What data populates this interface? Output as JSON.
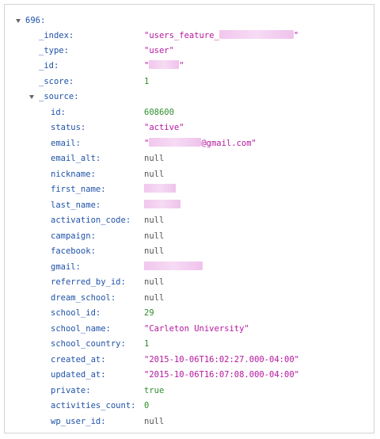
{
  "root": {
    "key": "696:"
  },
  "index": {
    "key": "_index:",
    "value_prefix": "\"users_feature_",
    "value_suffix": "\""
  },
  "type": {
    "key": "_type:",
    "value": "\"user\""
  },
  "id": {
    "key": "_id:",
    "value_prefix": "\"",
    "value_suffix": "\""
  },
  "score": {
    "key": "_score:",
    "value": "1"
  },
  "source": {
    "key": "_source:",
    "id": {
      "key": "id:",
      "value": "608600"
    },
    "status": {
      "key": "status:",
      "value": "\"active\""
    },
    "email": {
      "key": "email:",
      "value_prefix": "\"",
      "value_suffix": "@gmail.com\""
    },
    "email_alt": {
      "key": "email_alt:",
      "value": "null"
    },
    "nickname": {
      "key": "nickname:",
      "value": "null"
    },
    "first_name": {
      "key": "first_name:"
    },
    "last_name": {
      "key": "last_name:"
    },
    "activation_code": {
      "key": "activation_code:",
      "value": "null"
    },
    "campaign": {
      "key": "campaign:",
      "value": "null"
    },
    "facebook": {
      "key": "facebook:",
      "value": "null"
    },
    "gmail": {
      "key": "gmail:"
    },
    "referred_by_id": {
      "key": "referred_by_id:",
      "value": "null"
    },
    "dream_school": {
      "key": "dream_school:",
      "value": "null"
    },
    "school_id": {
      "key": "school_id:",
      "value": "29"
    },
    "school_name": {
      "key": "school_name:",
      "value": "\"Carleton University\""
    },
    "school_country": {
      "key": "school_country:",
      "value": "1"
    },
    "created_at": {
      "key": "created_at:",
      "value": "\"2015-10-06T16:02:27.000-04:00\""
    },
    "updated_at": {
      "key": "updated_at:",
      "value": "\"2015-10-06T16:07:08.000-04:00\""
    },
    "private": {
      "key": "private:",
      "value": "true"
    },
    "activities_count": {
      "key": "activities_count:",
      "value": "0"
    },
    "wp_user_id": {
      "key": "wp_user_id:",
      "value": "null"
    }
  },
  "colors": {
    "key": "#1f52a8",
    "string": "#b5179e",
    "number": "#2f8f2f",
    "null": "#555555",
    "redaction": "#f1c6ee"
  }
}
